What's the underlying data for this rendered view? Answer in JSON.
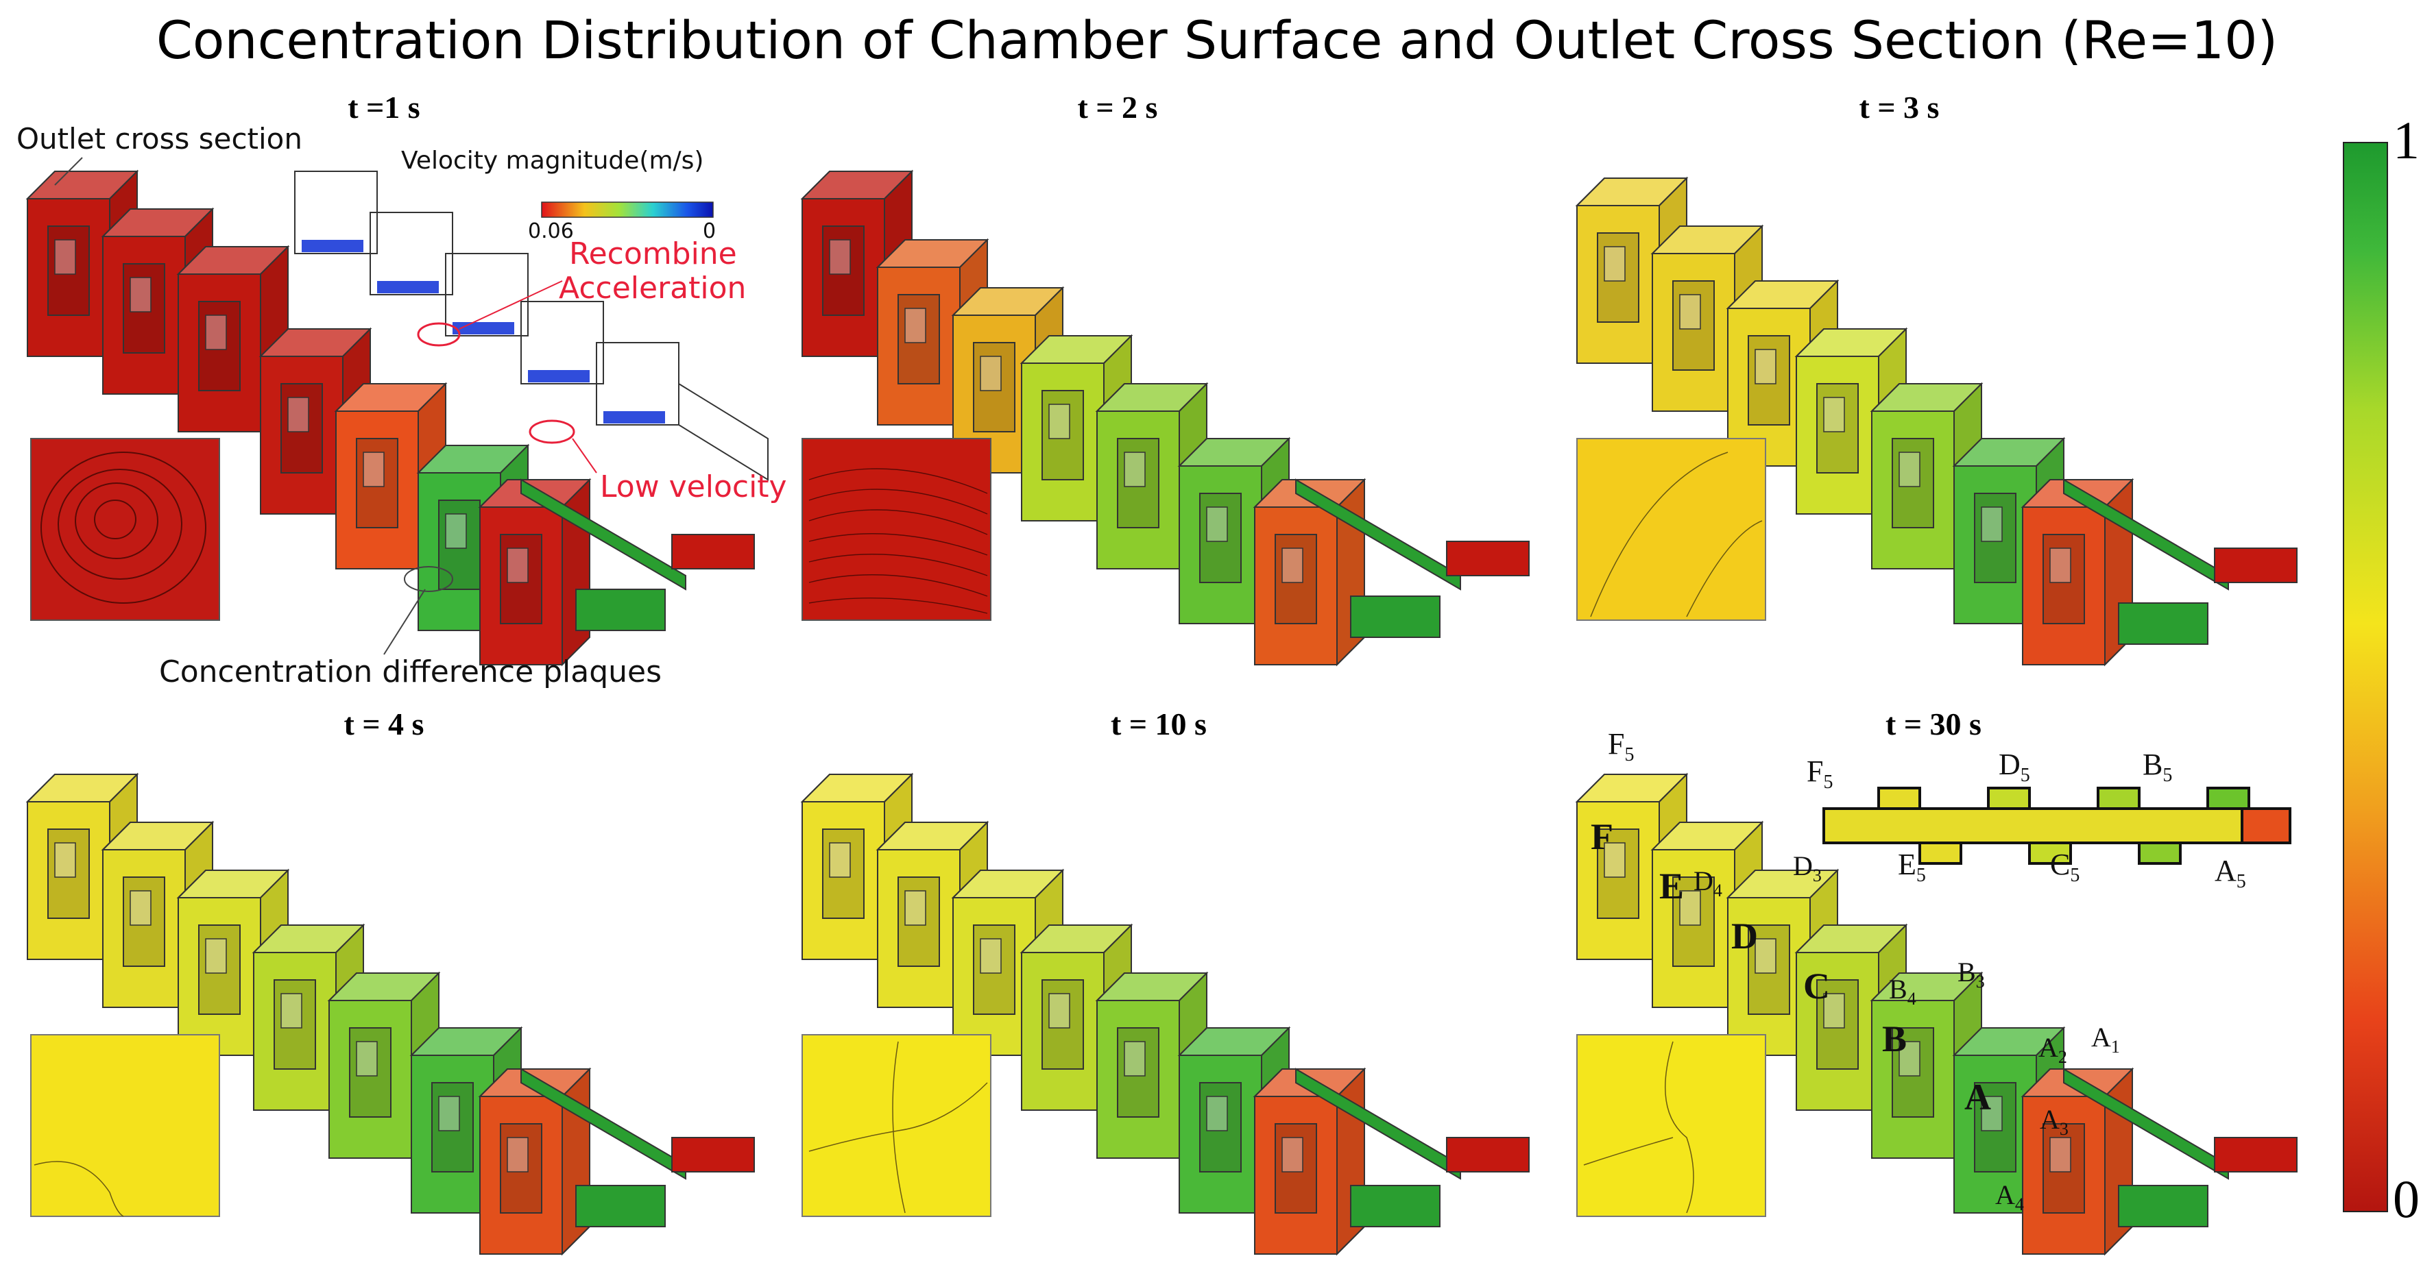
{
  "title": "Concentration Distribution of Chamber Surface and Outlet Cross Section (Re=10)",
  "panels": [
    {
      "time": "t =1 s",
      "section_color": "#c11a14"
    },
    {
      "time": "t = 2 s",
      "section_color": "#c4190f"
    },
    {
      "time": "t = 3 s",
      "section_color": "#f3cc1c"
    },
    {
      "time": "t = 4 s",
      "section_color": "#f4e21c"
    },
    {
      "time": "t = 10 s",
      "section_color": "#f4e61c"
    },
    {
      "time": "t = 30 s",
      "section_color": "#f4e61c"
    }
  ],
  "annotations": {
    "outlet": "Outlet cross section",
    "velocity_title": "Velocity magnitude(m/s)",
    "velocity_max": "0.06",
    "velocity_min": "0",
    "recombine": "Recombine",
    "acceleration": "Acceleration",
    "low_velocity": "Low velocity",
    "plaques": "Concentration difference plaques"
  },
  "colorbar": {
    "max_label": "1",
    "min_label": "0",
    "colors": [
      "#b3150f",
      "#e8431a",
      "#f0a11e",
      "#f4e41c",
      "#a8d82a",
      "#3fb83a",
      "#1e9a2e"
    ]
  },
  "point_labels": {
    "F": "F",
    "E": "E",
    "D": "D",
    "C": "C",
    "B": "B",
    "A": "A",
    "F5_top": "F",
    "F5_top_sub": "5",
    "F5": "F",
    "F5_sub": "5",
    "D5": "D",
    "D5_sub": "5",
    "B5": "B",
    "B5_sub": "5",
    "E5": "E",
    "E5_sub": "5",
    "C5": "C",
    "C5_sub": "5",
    "A5": "A",
    "A5_sub": "5",
    "D4": "D",
    "D4_sub": "4",
    "D3": "D",
    "D3_sub": "3",
    "B4": "B",
    "B4_sub": "4",
    "B3": "B",
    "B3_sub": "3",
    "A2": "A",
    "A2_sub": "2",
    "A1": "A",
    "A1_sub": "1",
    "A3": "A",
    "A3_sub": "3",
    "A4": "A",
    "A4_sub": "4"
  }
}
